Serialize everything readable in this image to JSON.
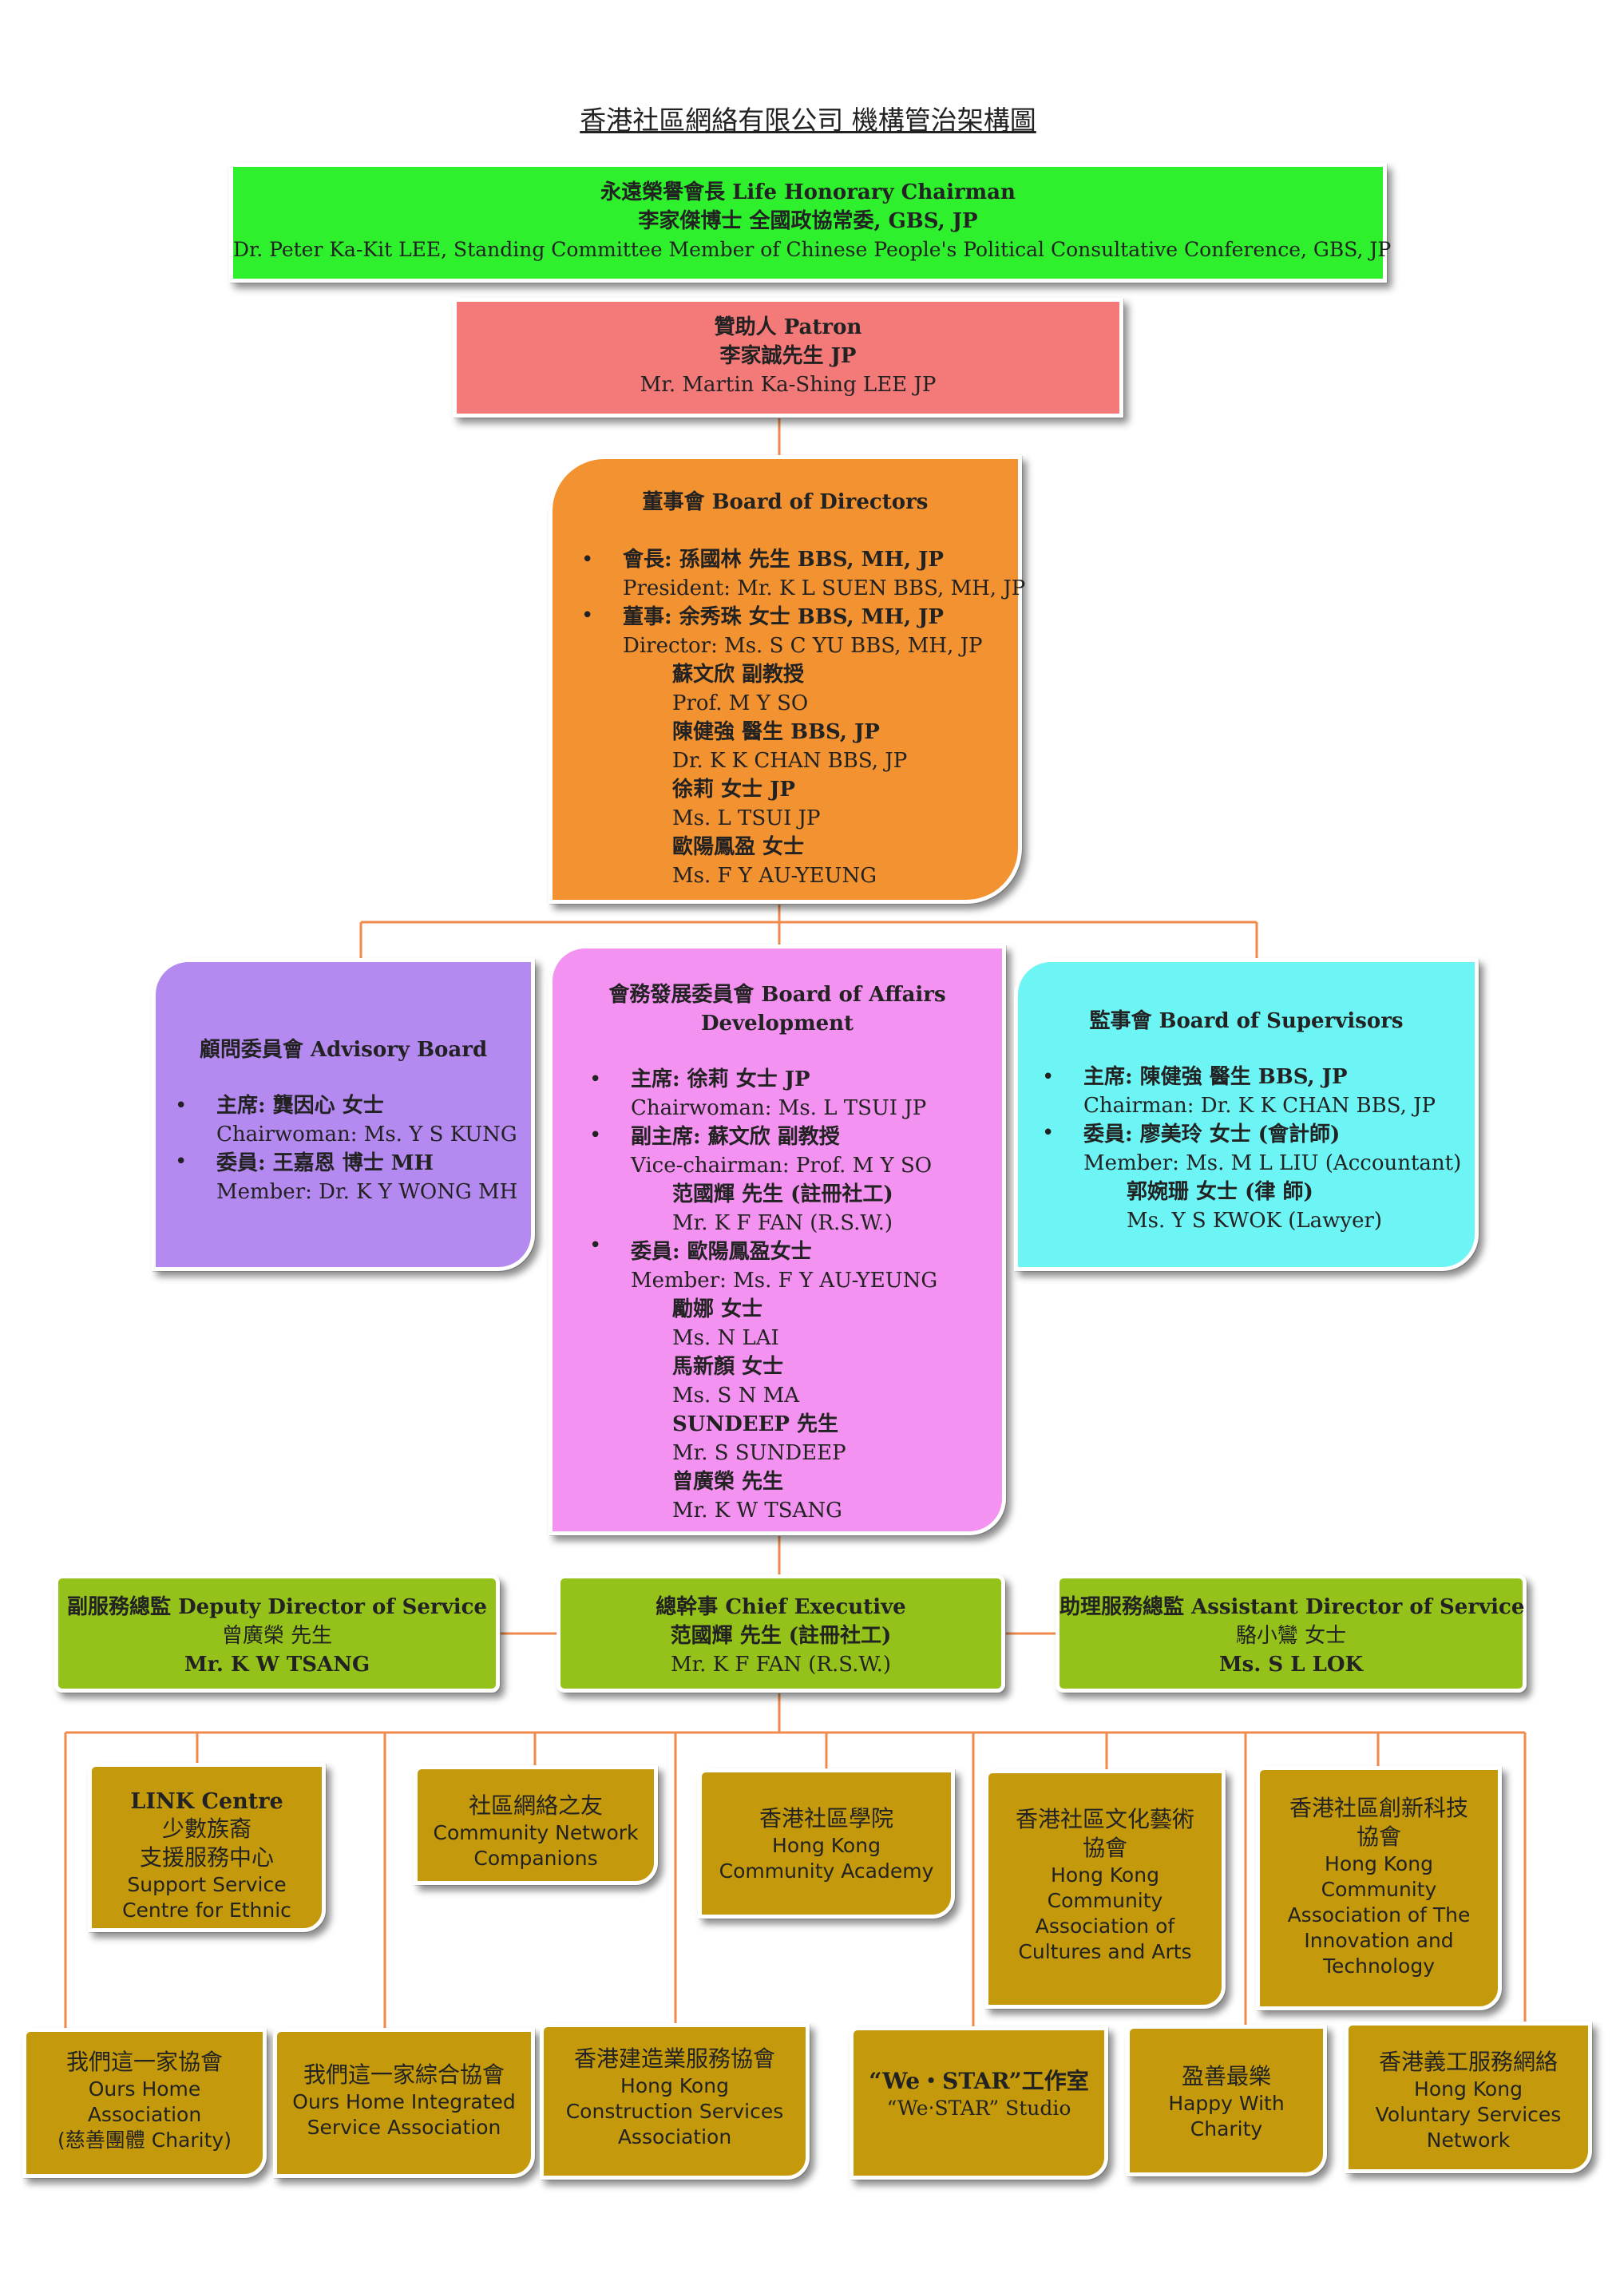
{
  "title": "香港社區網絡有限公司 機構管治架構圖",
  "colors": {
    "connector": "#f08a4b",
    "honorary": "#2ef02c",
    "patron": "#f47a7a",
    "board": "#f39231",
    "advisory": "#b48af0",
    "affairs": "#f392f0",
    "supervisors": "#6df4f4",
    "management": "#94c21a",
    "service": "#c49a0c"
  },
  "honorary": {
    "heading": "永遠榮譽會長 Life Honorary Chairman",
    "name_cn": "李家傑博士 全國政協常委, GBS, JP",
    "name_en": "Dr. Peter Ka-Kit LEE, Standing Committee Member of Chinese People's Political Consultative Conference, GBS, JP"
  },
  "patron": {
    "heading": "贊助人 Patron",
    "name_cn": "李家誠先生 JP",
    "name_en": "Mr. Martin Ka-Shing LEE JP"
  },
  "board": {
    "heading": "董事會 Board of Directors",
    "president_cn": "會長: 孫國林 先生 BBS, MH, JP",
    "president_en": "President: Mr. K L SUEN BBS, MH, JP",
    "director_cn": "董事: 余秀珠 女士 BBS, MH, JP",
    "director_en": "Director: Ms. S C YU BBS, MH, JP",
    "others": [
      {
        "cn": "蘇文欣 副教授",
        "en": "Prof. M Y SO"
      },
      {
        "cn": "陳健強 醫生 BBS, JP",
        "en": "Dr. K K CHAN BBS, JP"
      },
      {
        "cn": "徐莉 女士 JP",
        "en": "Ms. L TSUI JP"
      },
      {
        "cn": "歐陽鳳盈 女士",
        "en": "Ms. F Y AU-YEUNG"
      }
    ]
  },
  "advisory": {
    "heading": "顧問委員會 Advisory Board",
    "chair_cn": "主席: 龔因心 女士",
    "chair_en": "Chairwoman: Ms. Y S KUNG",
    "member_cn": "委員: 王嘉恩 博士 MH",
    "member_en": "Member: Dr. K Y WONG MH"
  },
  "affairs": {
    "heading1": "會務發展委員會 Board of Affairs",
    "heading2": "Development",
    "chair_cn": "主席: 徐莉 女士 JP",
    "chair_en": "Chairwoman: Ms. L TSUI JP",
    "vice_cn": "副主席: 蘇文欣 副教授",
    "vice_en": "Vice-chairman: Prof. M Y SO",
    "vice2_cn": "范國輝 先生 (註冊社工)",
    "vice2_en": "Mr. K F FAN (R.S.W.)",
    "member_cn": "委員: 歐陽鳳盈女士",
    "member_en": "Member: Ms. F Y AU-YEUNG",
    "others": [
      {
        "cn": "勵娜 女士",
        "en": "Ms. N LAI"
      },
      {
        "cn": "馬新顏 女士",
        "en": "Ms. S N MA"
      },
      {
        "cn": "SUNDEEP 先生",
        "en": "Mr. S SUNDEEP"
      },
      {
        "cn": "曾廣榮 先生",
        "en": "Mr. K W TSANG"
      }
    ]
  },
  "supervisors": {
    "heading": "監事會 Board of Supervisors",
    "chair_cn": "主席: 陳健強 醫生 BBS, JP",
    "chair_en": "Chairman: Dr. K K CHAN BBS, JP",
    "member_cn": "委員: 廖美玲 女士 (會計師)",
    "member_en": "Member: Ms. M L LIU (Accountant)",
    "member2_cn": "郭婉珊 女士 (律  師)",
    "member2_en": "Ms. Y S KWOK (Lawyer)"
  },
  "deputy": {
    "heading": "副服務總監 Deputy Director of Service",
    "name_cn": "曾廣榮 先生",
    "name_en": "Mr. K W TSANG"
  },
  "chief": {
    "heading": "總幹事 Chief Executive",
    "name_cn": "范國輝 先生 (註冊社工)",
    "name_en": "Mr. K F FAN (R.S.W.)"
  },
  "assistant": {
    "heading": "助理服務總監 Assistant Director of Service",
    "name_cn": "駱小鸞 女士",
    "name_en": "Ms. S L LOK"
  },
  "units_top": [
    {
      "lines": [
        "LINK Centre",
        "少數族裔",
        "支援服務中心",
        "Support Service",
        "Centre for Ethnic"
      ]
    },
    {
      "lines": [
        "社區網絡之友",
        "Community Network",
        "Companions"
      ]
    },
    {
      "lines": [
        "香港社區學院",
        "Hong Kong",
        "Community Academy"
      ]
    },
    {
      "lines": [
        "香港社區文化藝術",
        "協會",
        "Hong Kong",
        "Community",
        "Association of",
        "Cultures and Arts"
      ]
    },
    {
      "lines": [
        "香港社區創新科技",
        "協會",
        "Hong Kong",
        "Community",
        "Association of The",
        "Innovation and",
        "Technology"
      ]
    }
  ],
  "units_bottom": [
    {
      "lines": [
        "我們這一家協會",
        "Ours Home",
        "Association",
        "(慈善團體 Charity)"
      ]
    },
    {
      "lines": [
        "我們這一家綜合協會",
        "Ours Home Integrated",
        "Service Association"
      ]
    },
    {
      "lines": [
        "香港建造業服務協會",
        "Hong Kong",
        "Construction Services",
        "Association"
      ]
    },
    {
      "lines": [
        "“We・STAR”工作室",
        "“We‧STAR” Studio"
      ]
    },
    {
      "lines": [
        "盈善最樂",
        "Happy With",
        "Charity"
      ]
    },
    {
      "lines": [
        "香港義工服務網絡",
        "Hong Kong",
        "Voluntary Services",
        "Network"
      ]
    }
  ]
}
